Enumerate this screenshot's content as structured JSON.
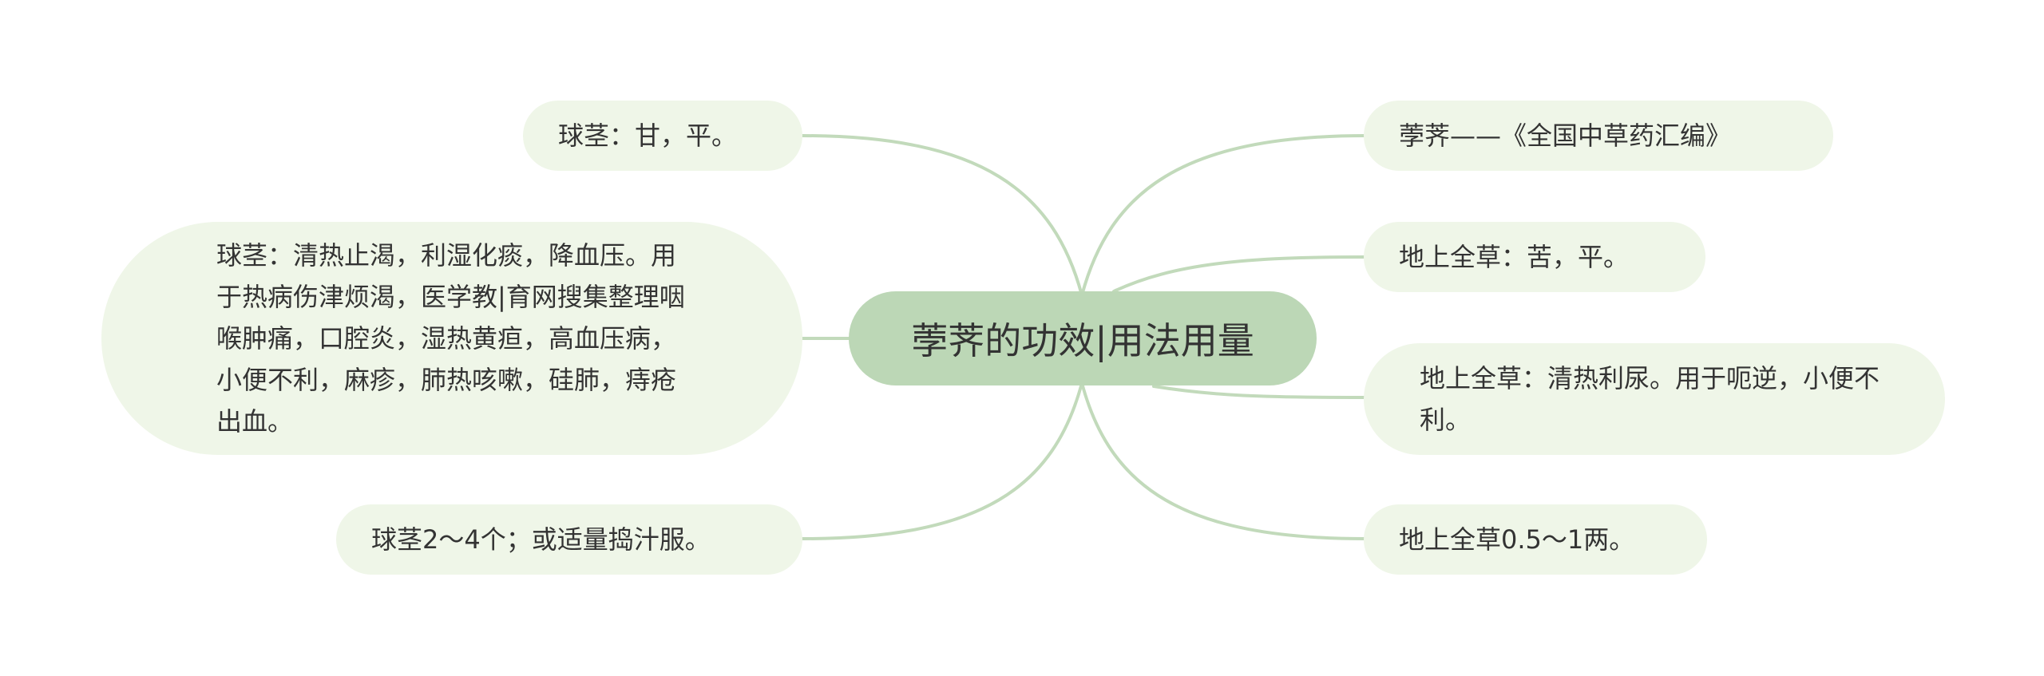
{
  "center": {
    "label": "荸荠的功效|用法用量"
  },
  "left": [
    {
      "id": "l1",
      "text": "球茎：甘，平。"
    },
    {
      "id": "l2",
      "text": "球茎：清热止渴，利湿化痰，降血压。用于热病伤津烦渴，医学教|育网搜集整理咽喉肿痛，口腔炎，湿热黄疸，高血压病，小便不利，麻疹，肺热咳嗽，硅肺，痔疮出血。"
    },
    {
      "id": "l3",
      "text": "球茎2～4个；或适量捣汁服。"
    }
  ],
  "right": [
    {
      "id": "r1",
      "text": "荸荠——《全国中草药汇编》"
    },
    {
      "id": "r2",
      "text": "地上全草：苦，平。"
    },
    {
      "id": "r3",
      "text": "地上全草：清热利尿。用于呃逆，小便不利。"
    },
    {
      "id": "r4",
      "text": "地上全草0.5～1两。"
    }
  ],
  "colors": {
    "background": "#ffffff",
    "center_fill": "#bcd7b6",
    "node_fill": "#eff6e8",
    "connector": "#c2dabb",
    "text": "#333333"
  }
}
